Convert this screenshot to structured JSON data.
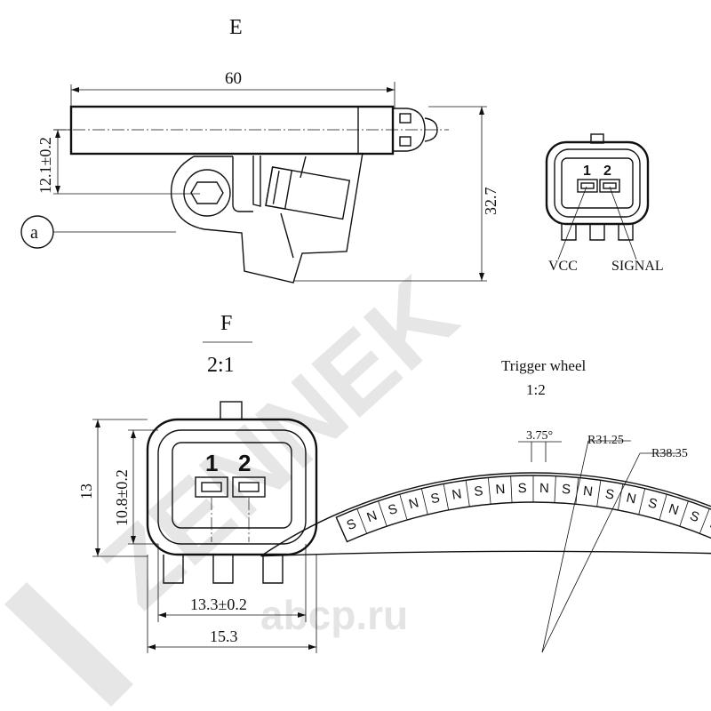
{
  "watermark": {
    "brand": "ZENNEK",
    "site": "abcp.ru",
    "brand_color": "#e6e6e6"
  },
  "view_e": {
    "title": "E",
    "dim_length": "60",
    "dim_offset": "12.1±0.2",
    "dim_height": "32.7",
    "detail_marker": "a",
    "pin_labels": [
      "1",
      "2"
    ],
    "signal_vcc": "VCC",
    "signal_signal": "SIGNAL"
  },
  "view_f": {
    "title": "F",
    "scale": "2:1",
    "pin_labels": [
      "1",
      "2"
    ],
    "dim_height_outer": "13",
    "dim_height_inner": "10.8±0.2",
    "dim_width_inner": "13.3±0.2",
    "dim_width_outer": "15.3"
  },
  "trigger_wheel": {
    "title": "Trigger wheel",
    "scale": "1:2",
    "angle": "3.75°",
    "inner_radius": "R31.25",
    "outer_radius": "R38.35",
    "poles": [
      "S",
      "N",
      "S",
      "N",
      "S",
      "N",
      "S",
      "N",
      "S",
      "N",
      "S",
      "N",
      "S",
      "N",
      "S",
      "N",
      "S",
      "N"
    ]
  }
}
